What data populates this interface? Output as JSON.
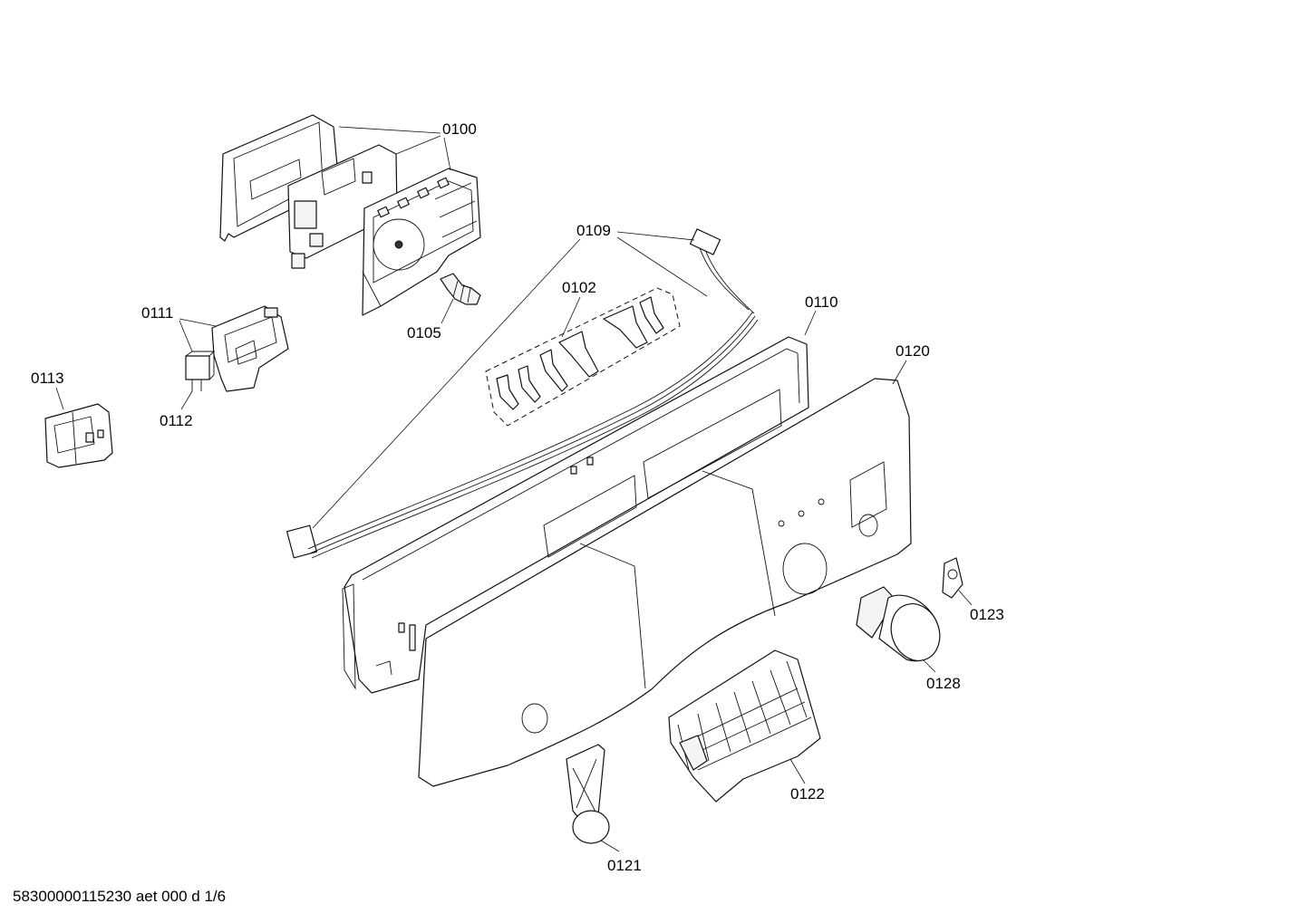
{
  "diagram": {
    "labels": {
      "p0100": "0100",
      "p0102": "0102",
      "p0105": "0105",
      "p0109": "0109",
      "p0110": "0110",
      "p0111": "0111",
      "p0112": "0112",
      "p0113": "0113",
      "p0120": "0120",
      "p0121": "0121",
      "p0122": "0122",
      "p0123": "0123",
      "p0128": "0128"
    },
    "footer": "58300000115230 aet 000 d 1/6"
  }
}
